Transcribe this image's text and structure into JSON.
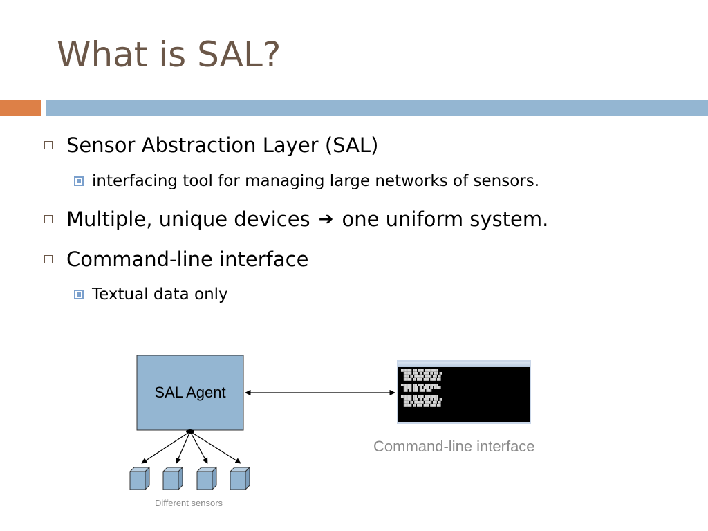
{
  "slide": {
    "title": "What is SAL?",
    "bullets": [
      {
        "text": "Sensor Abstraction Layer (SAL)"
      },
      {
        "text": "interfacing tool for managing large networks of sensors."
      },
      {
        "text_before": "Multiple, unique devices",
        "text_after": "one uniform system."
      },
      {
        "text": "Command-line interface"
      },
      {
        "text": "Textual data only"
      }
    ]
  },
  "diagram": {
    "agent_label": "SAL Agent",
    "terminal_caption": "Command-line interface",
    "sensors_caption": "Different sensors",
    "colors": {
      "agent_fill": "#94b6d2",
      "sensor_fill": "#94b6d2",
      "accent_orange": "#dd8047",
      "accent_blue": "#94b6d2"
    }
  }
}
